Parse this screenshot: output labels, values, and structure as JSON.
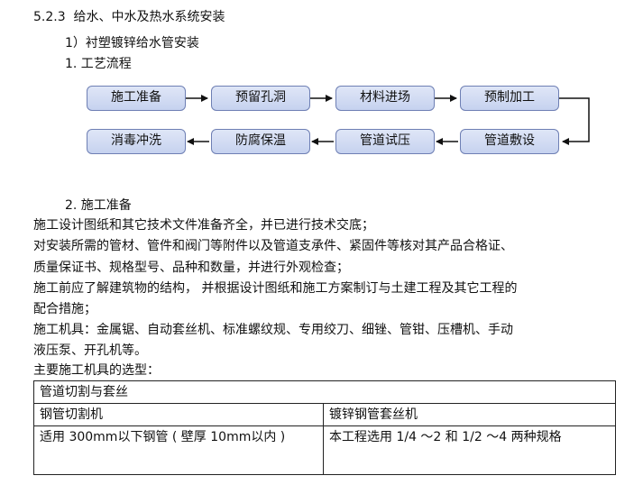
{
  "section": {
    "number": "5.2.3",
    "title": "给水、中水及热水系统安装"
  },
  "subsection": "1）衬塑镀锌给水管安装",
  "item1": "1. 工艺流程",
  "flow": {
    "row1": [
      "施工准备",
      "预留孔洞",
      "材料进场",
      "预制加工"
    ],
    "row2": [
      "消毒冲洗",
      "防腐保温",
      "管道试压",
      "管道敷设"
    ]
  },
  "item2": "2. 施工准备",
  "paragraphs": [
    "施工设计图纸和其它技术文件准备齐全，并已进行技术交底；",
    "对安装所需的管材、管件和阀门等附件以及管道支承件、紧固件等核对其产品合格证、",
    "质量保证书、规格型号、品种和数量，并进行外观检查；",
    "施工前应了解建筑物的结构，   并根据设计图纸和施工方案制订与土建工程及其它工程的",
    "配合措施；",
    "施工机具：金属锯、自动套丝机、标准螺纹规、专用绞刀、细锉、管钳、压槽机、手动",
    "液压泵、开孔机等。",
    "主要施工机具的选型："
  ],
  "table": {
    "header": "管道切割与套丝",
    "col1_title": "钢管切割机",
    "col2_title": "镀锌钢管套丝机",
    "col1_value": "适用 300mm以下钢管 ( 壁厚  10mm以内 )",
    "col2_value": "本工程选用   1/4 ～2 和 1/2 ～4 两种规格"
  }
}
